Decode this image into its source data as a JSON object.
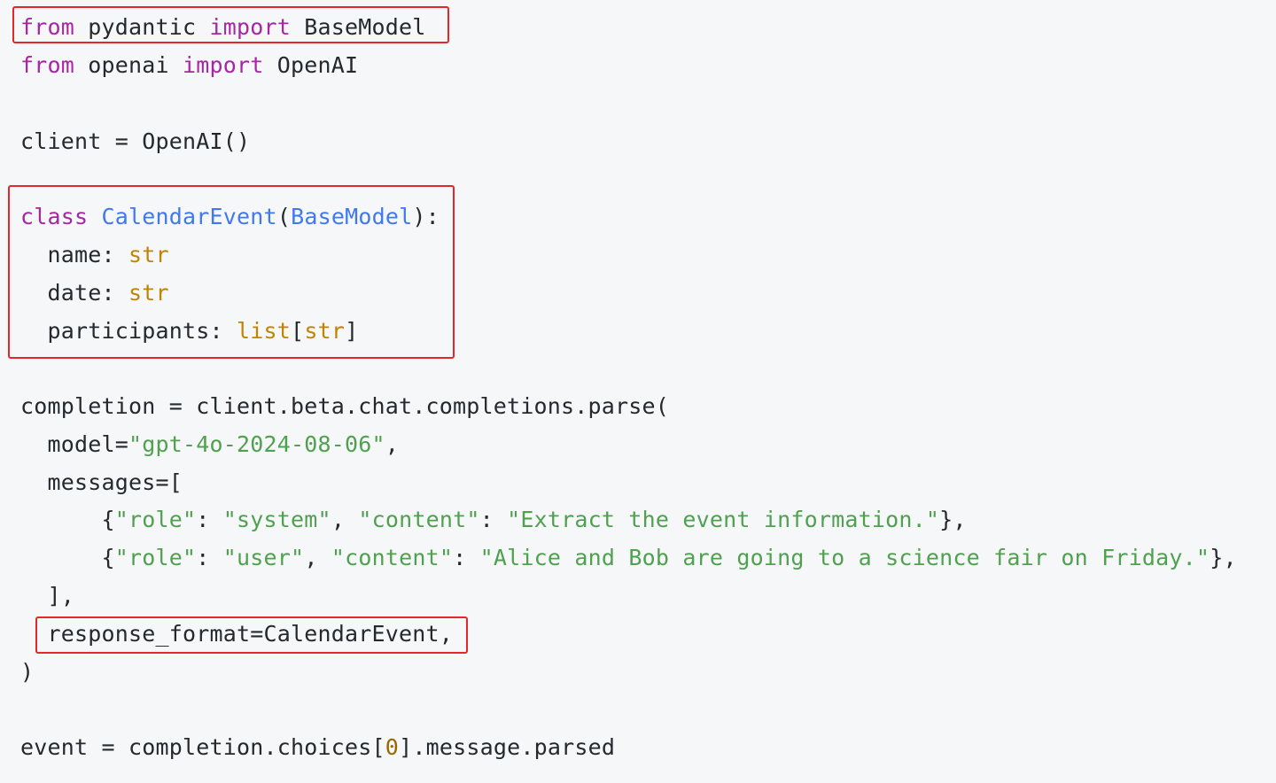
{
  "code": {
    "line1": {
      "t0": "from",
      "t1": " pydantic ",
      "t2": "import",
      "t3": " BaseModel"
    },
    "line2": {
      "t0": "from",
      "t1": " openai ",
      "t2": "import",
      "t3": " OpenAI"
    },
    "line4": {
      "t0": "client = OpenAI()"
    },
    "line6": {
      "t0": "class",
      "t1": " ",
      "t2": "CalendarEvent",
      "t3": "(",
      "t4": "BaseModel",
      "t5": "):"
    },
    "line7": {
      "t0": "  name: ",
      "t1": "str"
    },
    "line8": {
      "t0": "  date: ",
      "t1": "str"
    },
    "line9": {
      "t0": "  participants: ",
      "t1": "list",
      "t2": "[",
      "t3": "str",
      "t4": "]"
    },
    "line11": {
      "t0": "completion = client.beta.chat.completions.parse("
    },
    "line12": {
      "t0": "  model=",
      "t1": "\"gpt-4o-2024-08-06\"",
      "t2": ","
    },
    "line13": {
      "t0": "  messages=["
    },
    "line14": {
      "t0": "      {",
      "t1": "\"role\"",
      "t2": ": ",
      "t3": "\"system\"",
      "t4": ", ",
      "t5": "\"content\"",
      "t6": ": ",
      "t7": "\"Extract the event information.\"",
      "t8": "},"
    },
    "line15": {
      "t0": "      {",
      "t1": "\"role\"",
      "t2": ": ",
      "t3": "\"user\"",
      "t4": ", ",
      "t5": "\"content\"",
      "t6": ": ",
      "t7": "\"Alice and Bob are going to a science fair on Friday.\"",
      "t8": "},"
    },
    "line16": {
      "t0": "  ],"
    },
    "line17": {
      "t0": "  response_format=CalendarEvent,"
    },
    "line18": {
      "t0": ")"
    },
    "line20": {
      "t0": "event = completion.choices[",
      "t1": "0",
      "t2": "].message.parsed"
    }
  },
  "colors": {
    "background": "#f6f7f9",
    "keyword": "#a626a4",
    "class_name": "#4078f2",
    "builtin_type": "#c18401",
    "string": "#50a14f",
    "number": "#986801",
    "highlight_border": "#e5262b"
  }
}
